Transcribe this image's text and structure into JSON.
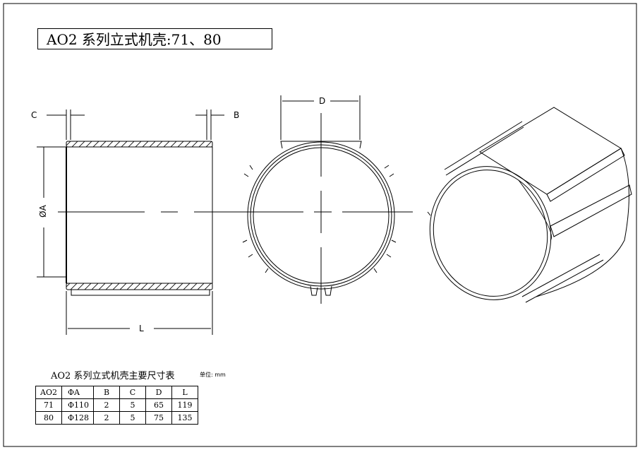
{
  "title": "AO2 系列立式机壳:71、80",
  "dims": {
    "c": "C",
    "b": "B",
    "a": "ØA",
    "d": "D",
    "l": "L"
  },
  "table": {
    "caption": "AO2 系列立式机壳主要尺寸表",
    "unit": "单位: mm",
    "headers": [
      "AO2",
      "ΦA",
      "B",
      "C",
      "D",
      "L"
    ],
    "rows": [
      [
        "71",
        "Φ110",
        "2",
        "5",
        "65",
        "119"
      ],
      [
        "80",
        "Φ128",
        "2",
        "5",
        "75",
        "135"
      ]
    ]
  }
}
